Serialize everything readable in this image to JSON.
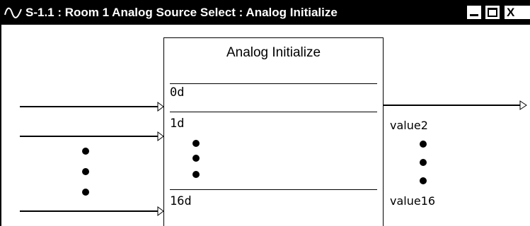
{
  "window": {
    "title": "S-1.1 : Room 1 Analog Source Select : Analog Initialize",
    "app_icon": "sine-wave-icon",
    "controls": {
      "minimize_icon": "minimize-icon",
      "maximize_icon": "maximize-icon",
      "close_label": "X"
    }
  },
  "block": {
    "title": "Analog Initialize",
    "inputs": [
      {
        "label": "0d"
      },
      {
        "label": "1d"
      },
      {
        "label": "16d"
      }
    ],
    "outputs": [
      {
        "label": "value2"
      },
      {
        "label": "value16"
      }
    ]
  }
}
